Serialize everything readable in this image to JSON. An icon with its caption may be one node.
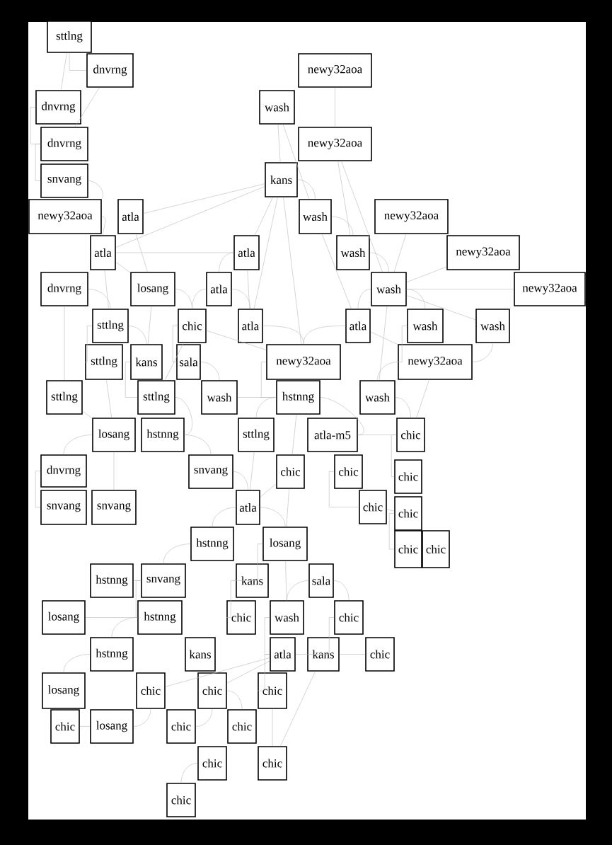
{
  "diagram": {
    "nodes": [
      {
        "text": [
          "sttlng"
        ]
      },
      {
        "text": [
          "dnvrng"
        ]
      },
      {
        "text": [
          "dnvrng"
        ]
      },
      {
        "text": [
          "dnvrng"
        ]
      },
      {
        "text": [
          "snvang"
        ]
      },
      {
        "text": [
          "newy32aoa"
        ]
      },
      {
        "text": [
          "atla"
        ]
      },
      {
        "text": [
          "atla"
        ]
      },
      {
        "text": [
          "newy32aoa"
        ]
      },
      {
        "text": [
          "wash"
        ]
      },
      {
        "text": [
          "newy32aoa"
        ]
      },
      {
        "text": [
          "kans"
        ]
      },
      {
        "text": [
          "wash"
        ]
      },
      {
        "text": [
          "newy32aoa"
        ]
      },
      {
        "text": [
          "atla"
        ]
      },
      {
        "text": [
          "wash"
        ]
      },
      {
        "text": [
          "newy32aoa"
        ]
      },
      {
        "text": [
          "dnvrng"
        ]
      },
      {
        "text": [
          "losang"
        ]
      },
      {
        "text": [
          "atla"
        ]
      },
      {
        "text": [
          "wash"
        ]
      },
      {
        "text": [
          "newy32aoa"
        ]
      },
      {
        "text": [
          "sttlng"
        ]
      },
      {
        "text": [
          "chic"
        ]
      },
      {
        "text": [
          "atla"
        ]
      },
      {
        "text": [
          "atla"
        ]
      },
      {
        "text": [
          "wash"
        ]
      },
      {
        "text": [
          "wash"
        ]
      },
      {
        "text": [
          "sttlng"
        ]
      },
      {
        "text": [
          "kans"
        ]
      },
      {
        "text": [
          "sala"
        ]
      },
      {
        "text": [
          "newy32aoa"
        ]
      },
      {
        "text": [
          "newy32aoa"
        ]
      },
      {
        "text": [
          "sttlng"
        ]
      },
      {
        "text": [
          "sttlng"
        ]
      },
      {
        "text": [
          "wash"
        ]
      },
      {
        "text": [
          "hstnng"
        ]
      },
      {
        "text": [
          "wash"
        ]
      },
      {
        "text": [
          "losang"
        ]
      },
      {
        "text": [
          "hstnng"
        ]
      },
      {
        "text": [
          "sttlng"
        ]
      },
      {
        "text": [
          "atla-m5"
        ]
      },
      {
        "text": [
          "chic"
        ]
      },
      {
        "text": [
          "dnvrng"
        ]
      },
      {
        "text": [
          "snvang"
        ]
      },
      {
        "text": [
          "snvang"
        ]
      },
      {
        "text": [
          "snvang"
        ]
      },
      {
        "text": [
          "chic"
        ]
      },
      {
        "text": [
          "chic"
        ]
      },
      {
        "text": [
          "chic"
        ]
      },
      {
        "text": [
          "atla"
        ]
      },
      {
        "text": [
          "chic"
        ]
      },
      {
        "text": [
          "chic"
        ]
      },
      {
        "text": [
          "hstnng"
        ]
      },
      {
        "text": [
          "losang"
        ]
      },
      {
        "text": [
          "chic"
        ]
      },
      {
        "text": [
          "chic"
        ]
      },
      {
        "text": [
          "hstnng"
        ]
      },
      {
        "text": [
          "snvang"
        ]
      },
      {
        "text": [
          "kans"
        ]
      },
      {
        "text": [
          "sala"
        ]
      },
      {
        "text": [
          "losang"
        ]
      },
      {
        "text": [
          "hstnng"
        ]
      },
      {
        "text": [
          "chic"
        ]
      },
      {
        "text": [
          "wash"
        ]
      },
      {
        "text": [
          "chic"
        ]
      },
      {
        "text": [
          "hstnng"
        ]
      },
      {
        "text": [
          "kans"
        ]
      },
      {
        "text": [
          "atla"
        ]
      },
      {
        "text": [
          "kans"
        ]
      },
      {
        "text": [
          "chic"
        ]
      },
      {
        "text": [
          "losang"
        ]
      },
      {
        "text": [
          "chic"
        ]
      },
      {
        "text": [
          "chic"
        ]
      },
      {
        "text": [
          "chic"
        ]
      },
      {
        "text": [
          "chic"
        ]
      },
      {
        "text": [
          "losang"
        ]
      },
      {
        "text": [
          "chic"
        ]
      },
      {
        "text": [
          "chic"
        ]
      },
      {
        "text": [
          "chic"
        ]
      },
      {
        "text": [
          "chic"
        ]
      },
      {
        "text": [
          "chic"
        ]
      }
    ],
    "edges": [
      {
        "from": 0,
        "to": 1,
        "arrow": "none"
      },
      {
        "from": 0,
        "to": 2,
        "arrow": "none"
      },
      {
        "from": 1,
        "to": 3,
        "arrow": "none"
      },
      {
        "from": 2,
        "to": 3,
        "arrow": "none"
      },
      {
        "from": 3,
        "to": 4,
        "arrow": "none"
      },
      {
        "from": 4,
        "to": 5,
        "arrow": "none"
      },
      {
        "from": 5,
        "to": 7,
        "arrow": "none"
      },
      {
        "from": 6,
        "to": 11,
        "arrow": "none"
      },
      {
        "from": 6,
        "to": 18,
        "arrow": "none"
      },
      {
        "from": 7,
        "to": 11,
        "arrow": "none"
      },
      {
        "from": 7,
        "to": 14,
        "arrow": "none"
      },
      {
        "from": 7,
        "to": 18,
        "arrow": "none"
      },
      {
        "from": 7,
        "to": 22,
        "arrow": "none"
      },
      {
        "from": 8,
        "to": 10,
        "arrow": "none"
      },
      {
        "from": 9,
        "to": 11,
        "arrow": "none"
      },
      {
        "from": 9,
        "to": 12,
        "arrow": "none"
      },
      {
        "from": 10,
        "to": 20,
        "arrow": "none"
      },
      {
        "from": 10,
        "to": 15,
        "arrow": "none"
      },
      {
        "from": 11,
        "to": 12,
        "arrow": "none"
      },
      {
        "from": 11,
        "to": 14,
        "arrow": "none"
      },
      {
        "from": 14,
        "to": 19,
        "arrow": "none"
      },
      {
        "from": 11,
        "to": 24,
        "arrow": "none"
      },
      {
        "from": 11,
        "to": 31,
        "arrow": "none"
      },
      {
        "from": 14,
        "to": 24,
        "arrow": "none"
      },
      {
        "from": 12,
        "to": 15,
        "arrow": "none"
      },
      {
        "from": 15,
        "to": 20,
        "arrow": "none"
      },
      {
        "from": 12,
        "to": 25,
        "arrow": "none"
      },
      {
        "from": 13,
        "to": 20,
        "arrow": "none"
      },
      {
        "from": 16,
        "to": 20,
        "arrow": "none"
      },
      {
        "from": 20,
        "to": 21,
        "arrow": "none"
      },
      {
        "from": 17,
        "to": 33,
        "arrow": "none"
      },
      {
        "from": 17,
        "to": 22,
        "arrow": "none"
      },
      {
        "from": 18,
        "to": 23,
        "arrow": "none"
      },
      {
        "from": 18,
        "to": 29,
        "arrow": "none"
      },
      {
        "from": 19,
        "to": 23,
        "arrow": "none"
      },
      {
        "from": 19,
        "to": 24,
        "arrow": "none"
      },
      {
        "from": 23,
        "to": 34,
        "arrow": "none"
      },
      {
        "from": 20,
        "to": 25,
        "arrow": "none"
      },
      {
        "from": 20,
        "to": 26,
        "arrow": "none"
      },
      {
        "from": 20,
        "to": 27,
        "arrow": "none"
      },
      {
        "from": 20,
        "to": 37,
        "arrow": "none"
      },
      {
        "from": 22,
        "to": 28,
        "arrow": "none"
      },
      {
        "from": 22,
        "to": 29,
        "arrow": "none"
      },
      {
        "from": 23,
        "to": 30,
        "arrow": "none"
      },
      {
        "from": 23,
        "to": 31,
        "arrow": "none"
      },
      {
        "from": 24,
        "to": 31,
        "arrow": "none"
      },
      {
        "from": 25,
        "to": 31,
        "arrow": "none"
      },
      {
        "from": 25,
        "to": 32,
        "arrow": "none"
      },
      {
        "from": 26,
        "to": 32,
        "arrow": "none"
      },
      {
        "from": 27,
        "to": 32,
        "arrow": "none"
      },
      {
        "from": 28,
        "to": 38,
        "arrow": "none"
      },
      {
        "from": 29,
        "to": 34,
        "arrow": "none"
      },
      {
        "from": 30,
        "to": 35,
        "arrow": "none"
      },
      {
        "from": 31,
        "to": 36,
        "arrow": "none"
      },
      {
        "from": 32,
        "to": 37,
        "arrow": "none"
      },
      {
        "from": 32,
        "to": 42,
        "arrow": "none"
      },
      {
        "from": 33,
        "to": 38,
        "arrow": "none"
      },
      {
        "from": 34,
        "to": 39,
        "arrow": "none"
      },
      {
        "from": 35,
        "to": 36,
        "arrow": "none"
      },
      {
        "from": 36,
        "to": 40,
        "arrow": "none"
      },
      {
        "from": 36,
        "to": 41,
        "arrow": "none"
      },
      {
        "from": 36,
        "to": 47,
        "arrow": "none"
      },
      {
        "from": 47,
        "to": 54,
        "arrow": "none"
      },
      {
        "from": 37,
        "to": 42,
        "arrow": "none"
      },
      {
        "from": 38,
        "to": 43,
        "arrow": "none"
      },
      {
        "from": 38,
        "to": 45,
        "arrow": "none"
      },
      {
        "from": 39,
        "to": 46,
        "arrow": "none"
      },
      {
        "from": 40,
        "to": 50,
        "arrow": "none"
      },
      {
        "from": 41,
        "to": 42,
        "arrow": "none"
      },
      {
        "from": 42,
        "to": 49,
        "arrow": "none"
      },
      {
        "from": 43,
        "to": 44,
        "arrow": "none"
      },
      {
        "from": 46,
        "to": 50,
        "arrow": "none"
      },
      {
        "from": 47,
        "to": 50,
        "arrow": "none"
      },
      {
        "from": 48,
        "to": 51,
        "arrow": "none"
      },
      {
        "from": 50,
        "to": 53,
        "arrow": "none"
      },
      {
        "from": 50,
        "to": 54,
        "arrow": "none"
      },
      {
        "from": 51,
        "to": 52,
        "arrow": "none"
      },
      {
        "from": 52,
        "to": 55,
        "arrow": "none"
      },
      {
        "from": 53,
        "to": 58,
        "arrow": "none"
      },
      {
        "from": 54,
        "to": 59,
        "arrow": "none"
      },
      {
        "from": 54,
        "to": 64,
        "arrow": "none"
      },
      {
        "from": 57,
        "to": 58,
        "arrow": "none"
      },
      {
        "from": 58,
        "to": 62,
        "arrow": "none"
      },
      {
        "from": 59,
        "to": 63,
        "arrow": "none"
      },
      {
        "from": 60,
        "to": 64,
        "arrow": "none"
      },
      {
        "from": 60,
        "to": 65,
        "arrow": "none"
      },
      {
        "from": 61,
        "to": 62,
        "arrow": "none"
      },
      {
        "from": 62,
        "to": 66,
        "arrow": "none"
      },
      {
        "from": 64,
        "to": 68,
        "arrow": "none"
      },
      {
        "from": 65,
        "to": 69,
        "arrow": "none"
      },
      {
        "from": 68,
        "to": 69,
        "arrow": "none"
      },
      {
        "from": 69,
        "to": 70,
        "arrow": "none"
      },
      {
        "from": 66,
        "to": 71,
        "arrow": "none"
      },
      {
        "from": 68,
        "to": 73,
        "arrow": "none"
      },
      {
        "from": 68,
        "to": 74,
        "arrow": "none"
      },
      {
        "from": 72,
        "to": 68,
        "arrow": "none"
      },
      {
        "from": 73,
        "to": 78,
        "arrow": "none"
      },
      {
        "from": 74,
        "to": 80,
        "arrow": "none"
      },
      {
        "from": 75,
        "to": 76,
        "arrow": "none"
      },
      {
        "from": 76,
        "to": 72,
        "arrow": "none"
      },
      {
        "from": 77,
        "to": 73,
        "arrow": "none"
      },
      {
        "from": 79,
        "to": 81,
        "arrow": "none"
      },
      {
        "from": 80,
        "to": 69,
        "arrow": "none"
      }
    ]
  }
}
